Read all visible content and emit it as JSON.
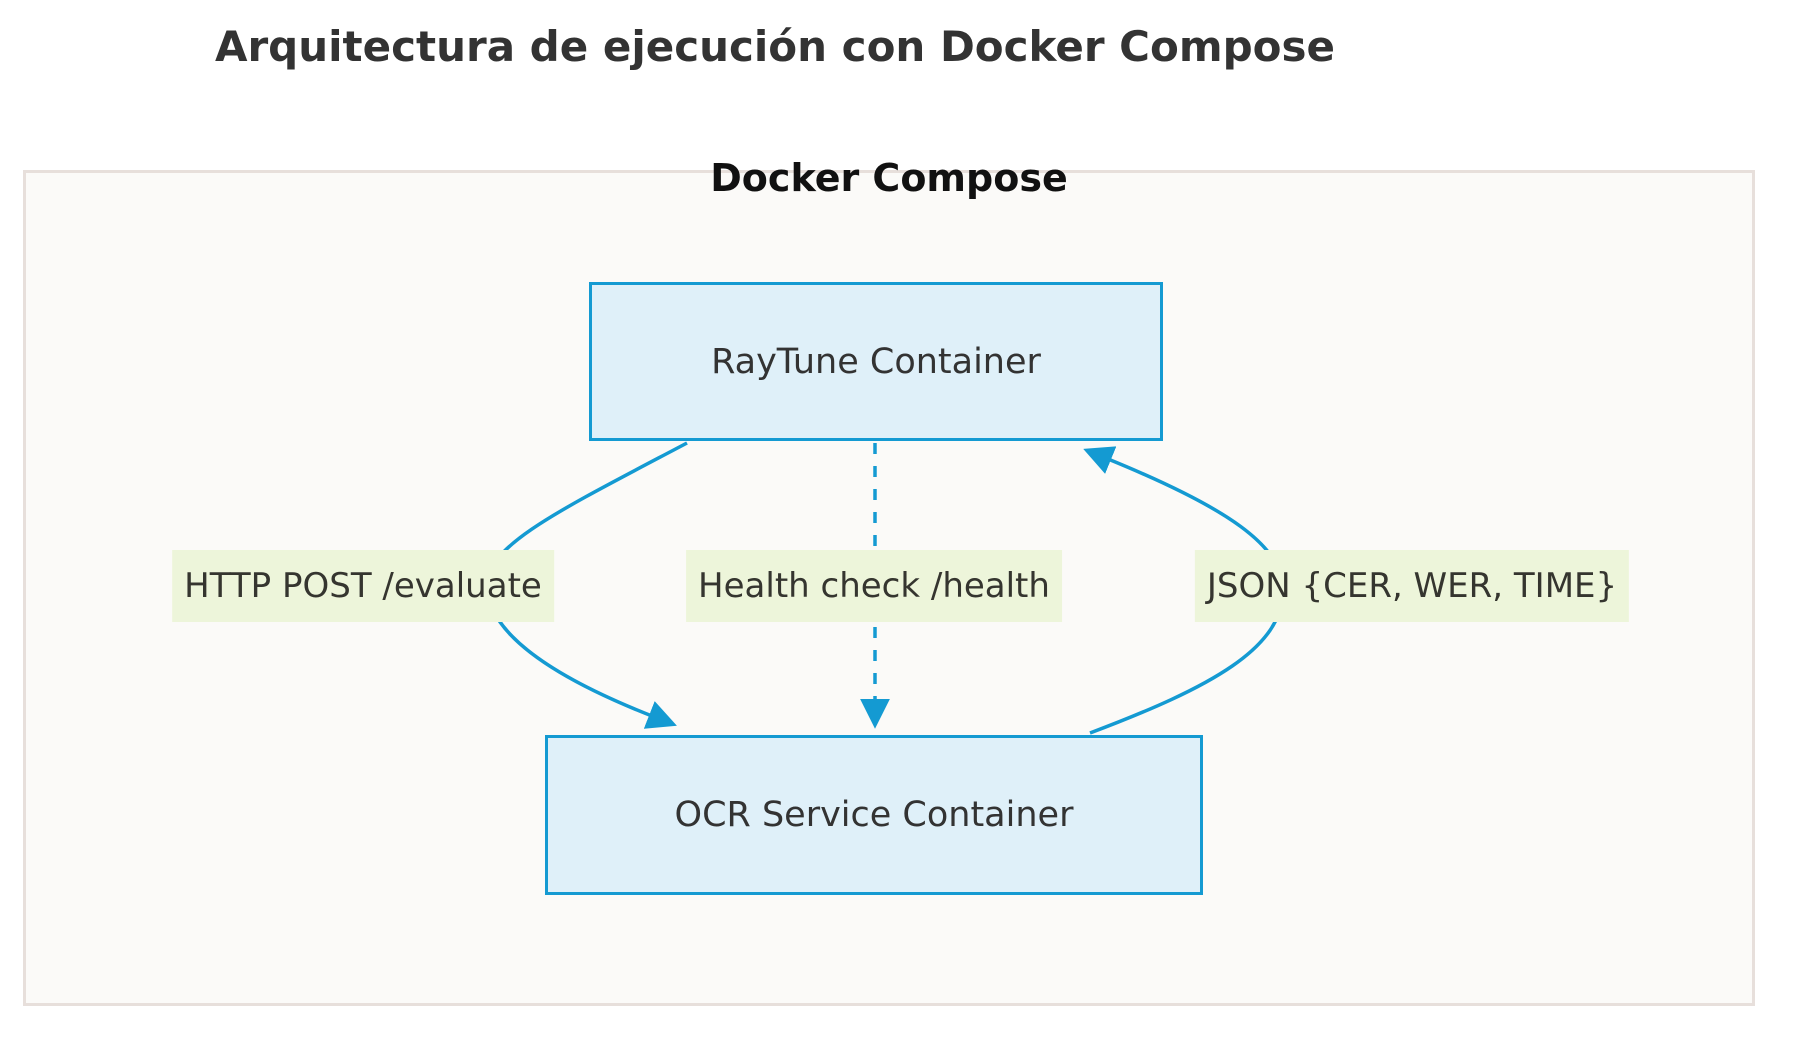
{
  "title": "Arquitectura de ejecución con Docker Compose",
  "cluster": {
    "label": "Docker Compose"
  },
  "nodes": {
    "raytune": {
      "label": "RayTune Container"
    },
    "ocr": {
      "label": "OCR Service Container"
    }
  },
  "edges": [
    {
      "from": "RayTune Container",
      "to": "OCR Service Container",
      "label": "HTTP POST /evaluate",
      "style": "solid"
    },
    {
      "from": "RayTune Container",
      "to": "OCR Service Container",
      "label": "Health check /health",
      "style": "dashed"
    },
    {
      "from": "OCR Service Container",
      "to": "RayTune Container",
      "label": "JSON {CER, WER, TIME}",
      "style": "solid"
    }
  ],
  "colors": {
    "edge_line": "#149ad2",
    "node_fill": "#dff0f9",
    "node_border": "#149ad2",
    "edge_label_bg": "#edf5da",
    "cluster_fill": "#fbfaf8",
    "cluster_border": "#e7dfdb",
    "text": "#333333"
  }
}
